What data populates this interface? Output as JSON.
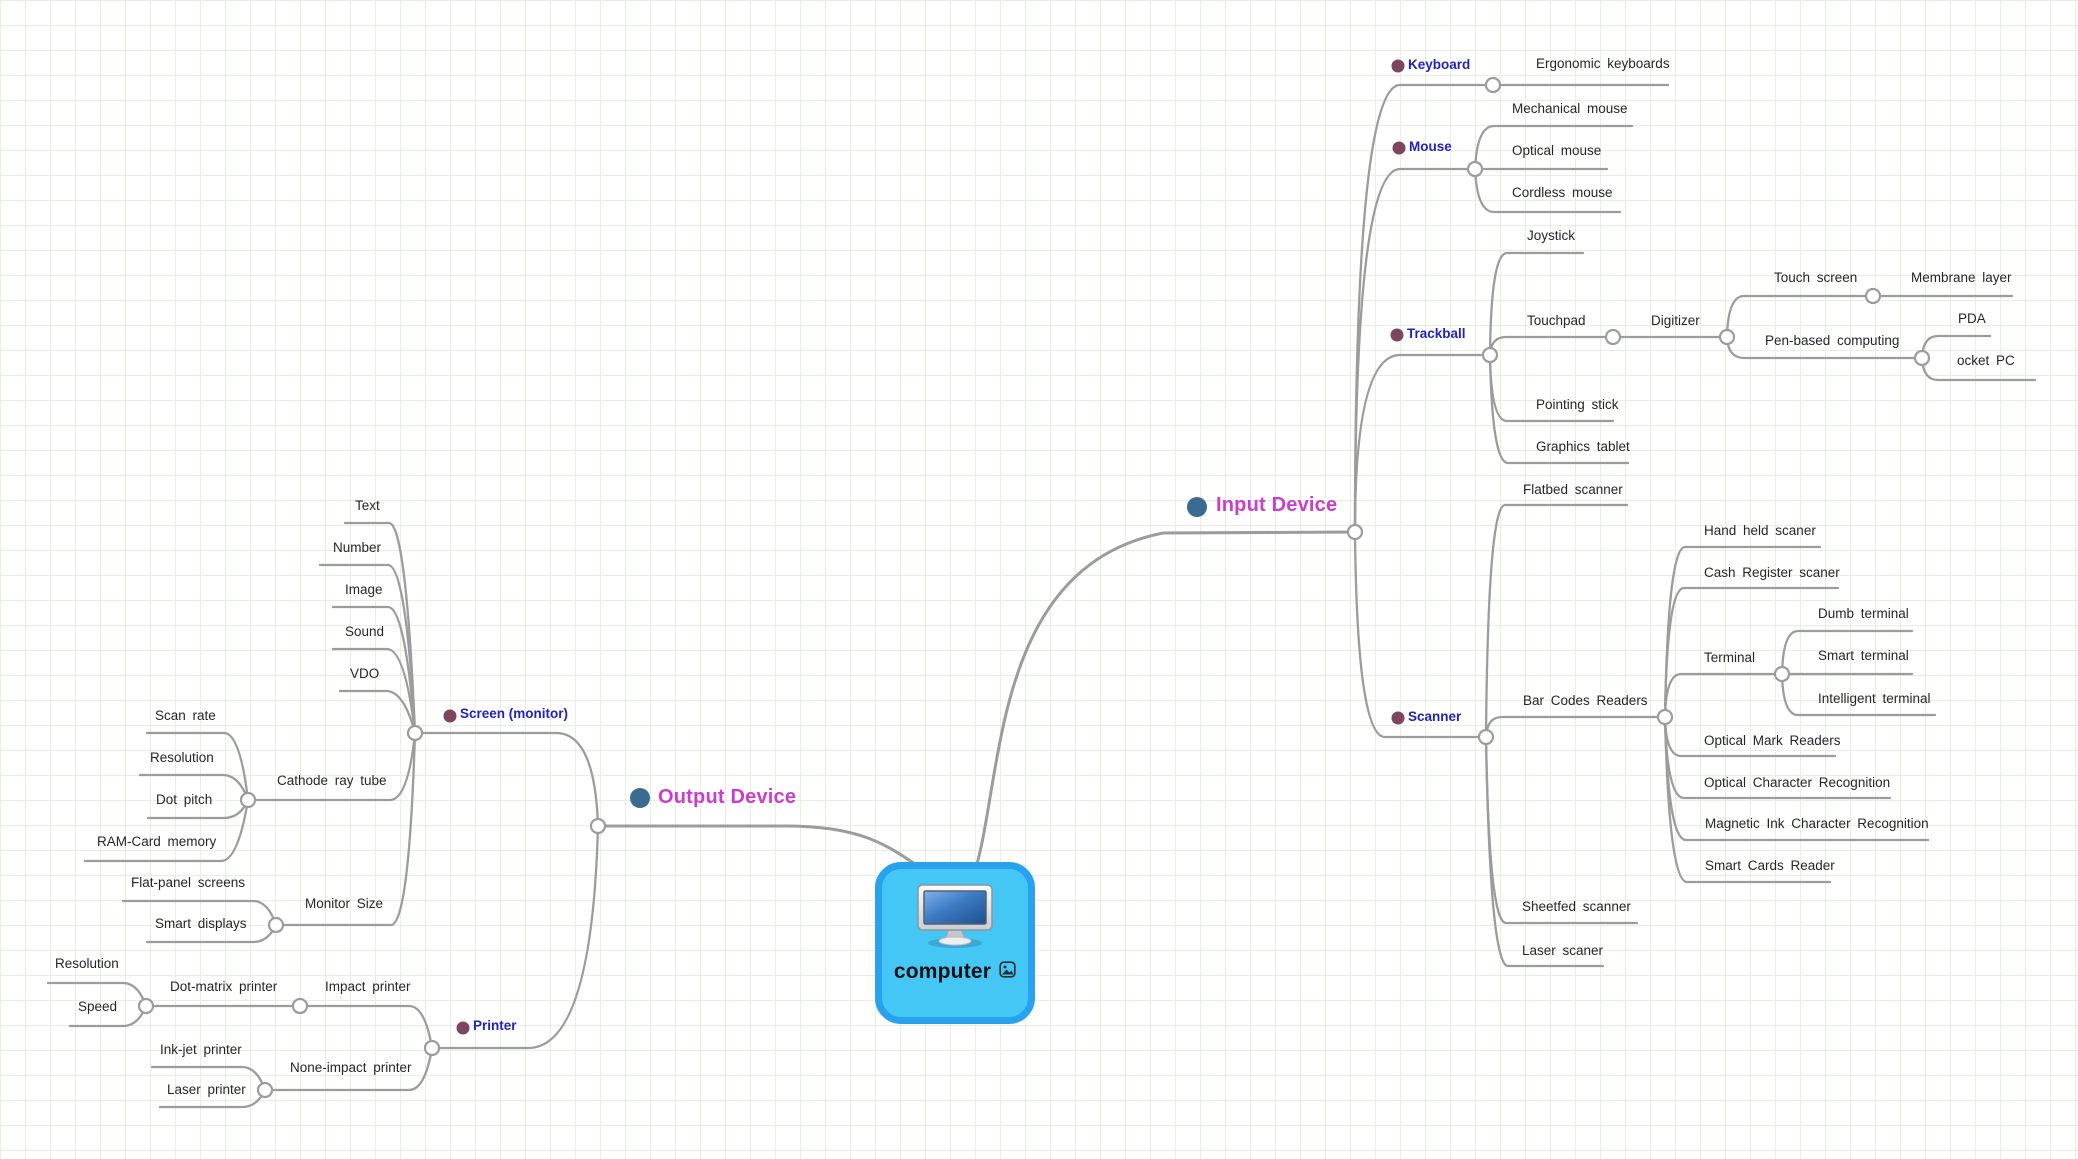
{
  "app": {
    "canvas": "mind-map",
    "background": "grid"
  },
  "colors": {
    "background": "#FFFFFF",
    "grid_line": "#E6EFE1",
    "branch_line": "#9C9C9C",
    "junction_fill": "#FFFFFF",
    "main_topic_text": "#CB3ECB",
    "subtopic_text": "#2222BE",
    "plain_topic_text": "#262626",
    "main_marker_dot": "#3A6B90",
    "sub_marker_dot": "#7E4560",
    "root_fill": "#44C7F5",
    "root_border": "#28A2EE",
    "root_text": "#111111"
  },
  "root_icons": [
    "computer-monitor-image",
    "photo-attachment-icon"
  ],
  "tree": {
    "label": "computer",
    "children": [
      {
        "label": "Input Device",
        "children": [
          {
            "label": "Keyboard",
            "children": [
              {
                "label": "Ergonomic keyboards"
              }
            ]
          },
          {
            "label": "Mouse",
            "children": [
              {
                "label": "Mechanical mouse"
              },
              {
                "label": "Optical mouse"
              },
              {
                "label": "Cordless mouse"
              }
            ]
          },
          {
            "label": "Trackball",
            "children": [
              {
                "label": "Joystick"
              },
              {
                "label": "Touchpad",
                "children": [
                  {
                    "label": "Digitizer",
                    "children": [
                      {
                        "label": "Touch screen",
                        "children": [
                          {
                            "label": "Membrane layer"
                          }
                        ]
                      },
                      {
                        "label": "Pen-based computing",
                        "children": [
                          {
                            "label": "PDA"
                          },
                          {
                            "label": "ocket PC"
                          }
                        ]
                      }
                    ]
                  }
                ]
              },
              {
                "label": "Pointing stick"
              },
              {
                "label": "Graphics tablet"
              }
            ]
          },
          {
            "label": "Scanner",
            "children": [
              {
                "label": "Flatbed scanner"
              },
              {
                "label": "Bar Codes Readers",
                "children": [
                  {
                    "label": "Hand held scaner"
                  },
                  {
                    "label": "Cash Register scaner"
                  },
                  {
                    "label": "Terminal",
                    "children": [
                      {
                        "label": "Dumb terminal"
                      },
                      {
                        "label": "Smart terminal"
                      },
                      {
                        "label": "Intelligent terminal"
                      }
                    ]
                  },
                  {
                    "label": "Optical Mark Readers"
                  },
                  {
                    "label": "Optical Character Recognition"
                  },
                  {
                    "label": "Magnetic Ink Character Recognition"
                  },
                  {
                    "label": "Smart Cards Reader"
                  }
                ]
              },
              {
                "label": "Sheetfed scanner"
              },
              {
                "label": "Laser scaner"
              }
            ]
          }
        ]
      },
      {
        "label": "Output Device",
        "children": [
          {
            "label": "Screen (monitor)",
            "children": [
              {
                "label": "Text"
              },
              {
                "label": "Number"
              },
              {
                "label": "Image"
              },
              {
                "label": "Sound"
              },
              {
                "label": "VDO"
              },
              {
                "label": "Cathode ray tube",
                "children": [
                  {
                    "label": "Scan rate"
                  },
                  {
                    "label": "Resolution"
                  },
                  {
                    "label": "Dot pitch"
                  },
                  {
                    "label": "RAM-Card memory"
                  }
                ]
              },
              {
                "label": "Monitor Size",
                "children": [
                  {
                    "label": "Flat-panel screens"
                  },
                  {
                    "label": "Smart displays"
                  }
                ]
              }
            ]
          },
          {
            "label": "Printer",
            "children": [
              {
                "label": "Impact printer",
                "children": [
                  {
                    "label": "Dot-matrix printer",
                    "children": [
                      {
                        "label": "Resolution"
                      },
                      {
                        "label": "Speed"
                      }
                    ]
                  }
                ]
              },
              {
                "label": "None-impact printer",
                "children": [
                  {
                    "label": "Ink-jet printer"
                  },
                  {
                    "label": "Laser printer"
                  }
                ]
              }
            ]
          }
        ]
      }
    ]
  }
}
